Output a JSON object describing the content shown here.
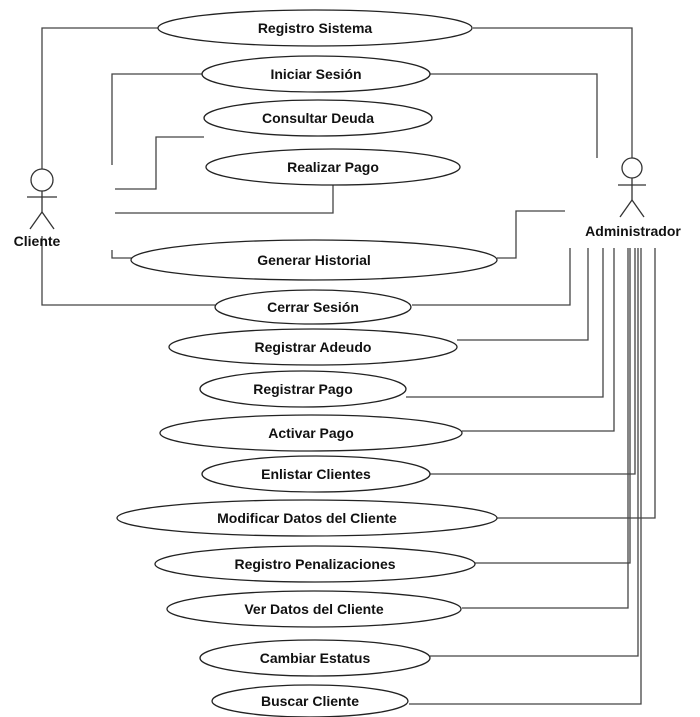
{
  "actors": {
    "cliente": "Cliente",
    "administrador": "Administrador"
  },
  "use_cases": [
    "Registro Sistema",
    "Iniciar Sesión",
    "Consultar Deuda",
    "Realizar Pago",
    "Generar Historial",
    "Cerrar Sesión",
    "Registrar Adeudo",
    "Registrar Pago",
    "Activar Pago",
    "Enlistar Clientes",
    "Modificar Datos del Cliente",
    "Registro Penalizaciones",
    "Ver Datos del Cliente",
    "Cambiar Estatus",
    "Buscar Cliente"
  ]
}
